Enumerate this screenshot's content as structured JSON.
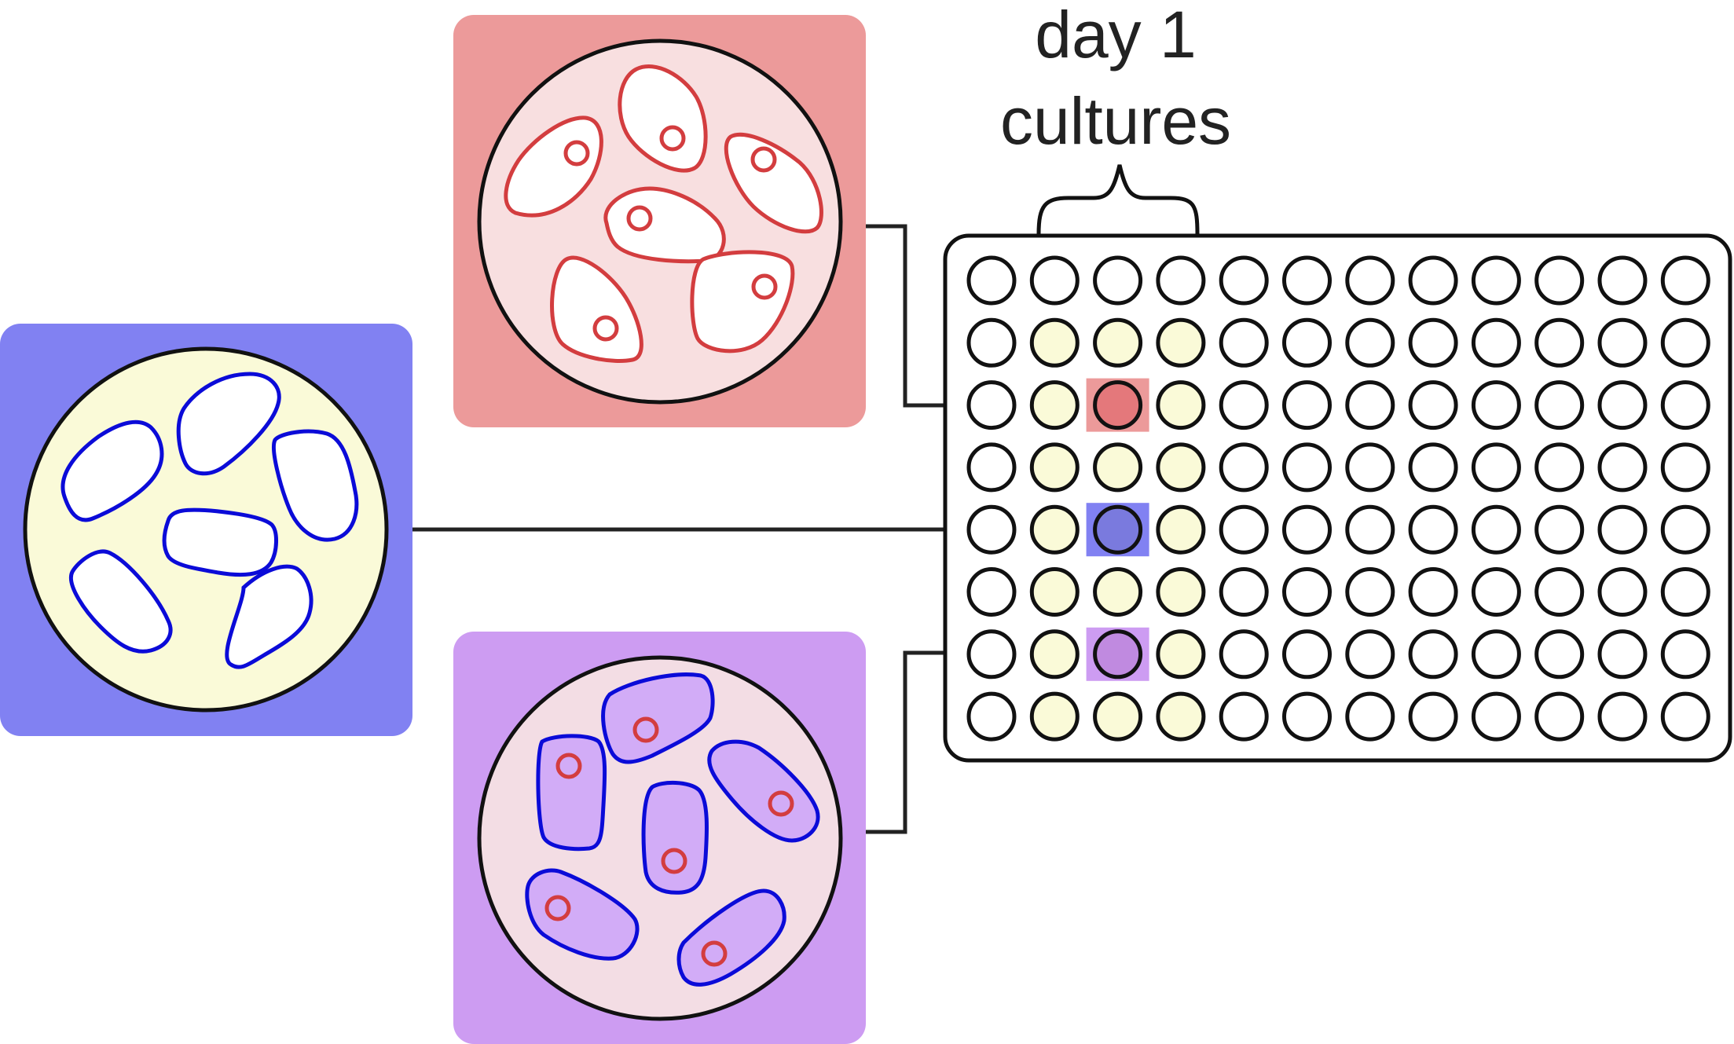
{
  "title": {
    "line1": "day 1",
    "line2": "cultures"
  },
  "colors": {
    "red_panel": "#ec9a9a",
    "red_dish": "#f8dfe0",
    "red_cell": "#d33d3f",
    "blue_panel": "#8181f2",
    "blue_dish": "#fafad8",
    "blue_cell": "#0b0bd8",
    "purple_panel": "#cd9cf2",
    "purple_dish": "#f3dde4",
    "purple_cell_fill": "#d2acf7",
    "well_filled": "#fafad8",
    "line": "#222222"
  },
  "plate": {
    "rows": 8,
    "cols": 12,
    "filled_wells": [
      [
        1,
        1
      ],
      [
        1,
        2
      ],
      [
        1,
        3
      ],
      [
        2,
        1
      ],
      [
        2,
        3
      ],
      [
        3,
        1
      ],
      [
        3,
        2
      ],
      [
        3,
        3
      ],
      [
        4,
        1
      ],
      [
        4,
        3
      ],
      [
        5,
        1
      ],
      [
        5,
        2
      ],
      [
        5,
        3
      ],
      [
        6,
        1
      ],
      [
        6,
        3
      ],
      [
        7,
        1
      ],
      [
        7,
        2
      ],
      [
        7,
        3
      ]
    ],
    "highlighted_wells": [
      {
        "row": 2,
        "col": 2,
        "color": "red"
      },
      {
        "row": 4,
        "col": 2,
        "color": "blue"
      },
      {
        "row": 6,
        "col": 2,
        "color": "purple"
      }
    ]
  },
  "panels": [
    {
      "id": "red",
      "cell_type": "red"
    },
    {
      "id": "blue",
      "cell_type": "blue"
    },
    {
      "id": "purple",
      "cell_type": "co-culture"
    }
  ]
}
